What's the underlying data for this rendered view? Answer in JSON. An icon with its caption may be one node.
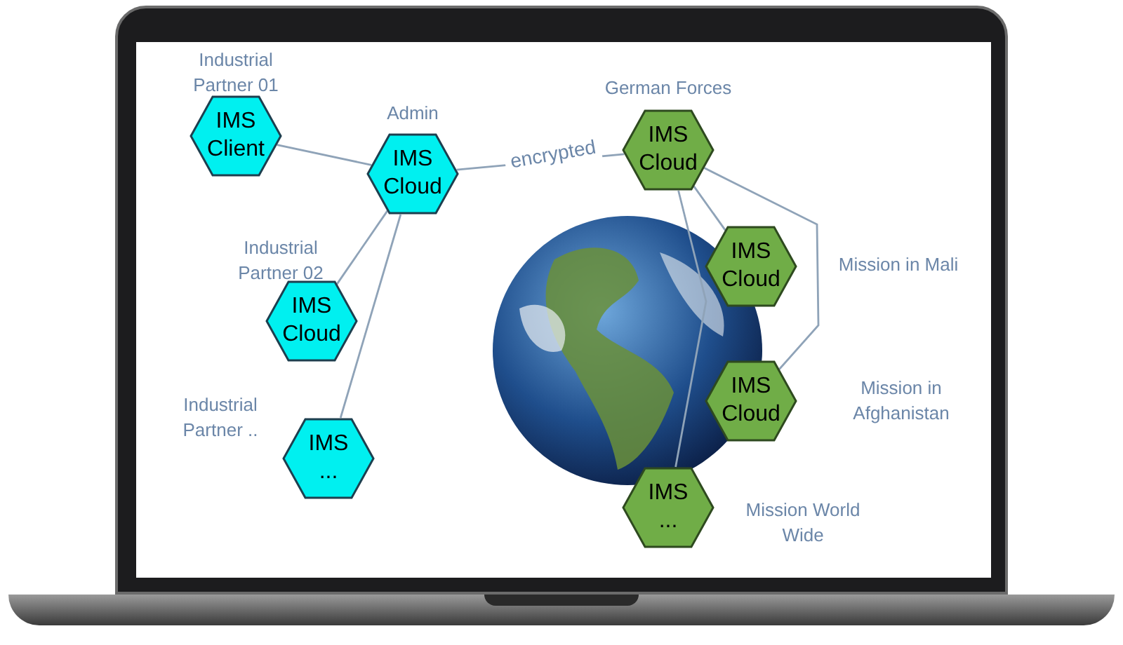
{
  "diagram": {
    "nodes": [
      {
        "text": [
          "IMS Client"
        ],
        "beside": [
          "Industrial Partner 01"
        ]
      },
      {
        "text": [
          "IMS Cloud"
        ],
        "beside": [
          "Admin"
        ]
      },
      {
        "text": [
          "IMS Cloud"
        ],
        "beside": [
          "Industrial Partner 02"
        ]
      },
      {
        "text": [
          "IMS ..."
        ],
        "beside": [
          "Industrial Partner .."
        ]
      },
      {
        "text": [
          "IMS Cloud"
        ],
        "beside": [
          "German Forces"
        ]
      },
      {
        "text": [
          "IMS Cloud"
        ],
        "beside": [
          "Mission in Mali"
        ]
      },
      {
        "text": [
          "IMS Cloud"
        ],
        "beside": [
          "Mission in Afghanistan"
        ]
      },
      {
        "text": [
          "IMS ..."
        ],
        "beside": [
          "Mission World Wide"
        ]
      }
    ],
    "edges": [
      {
        "from": 0,
        "to": 1,
        "arrow": "none"
      },
      {
        "from": 1,
        "to": 2,
        "arrow": "none"
      },
      {
        "from": 1,
        "to": 3,
        "arrow": "none"
      },
      {
        "from": 1,
        "to": 4,
        "arrow": "none",
        "label": "encrypted"
      },
      {
        "from": 4,
        "to": 5,
        "arrow": "none"
      },
      {
        "from": 4,
        "to": 6,
        "arrow": "none"
      },
      {
        "from": 4,
        "to": 7,
        "arrow": "none"
      }
    ]
  }
}
